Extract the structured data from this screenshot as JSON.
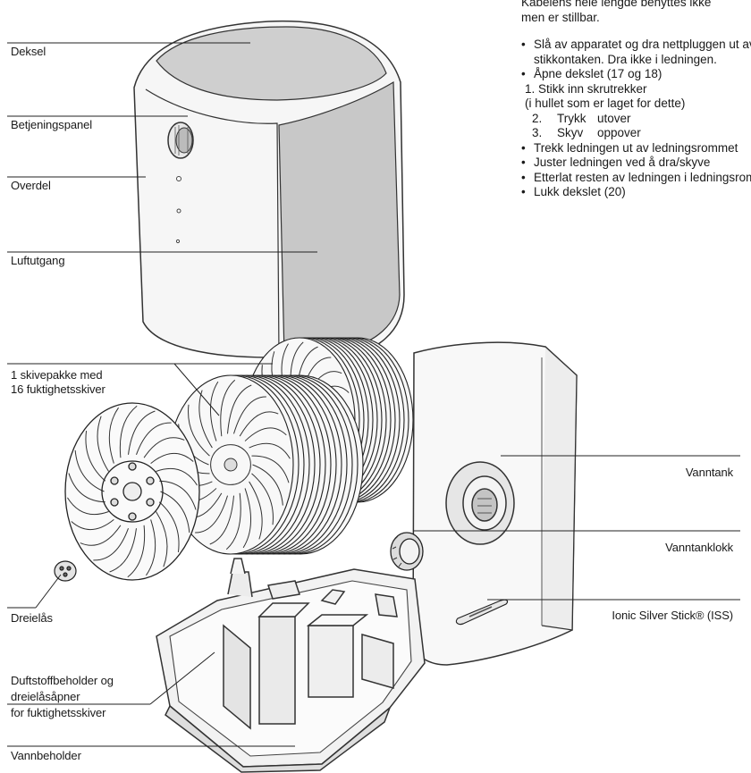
{
  "labels": {
    "deksel": "Deksel",
    "betjeningspanel": "Betjeningspanel",
    "overdel": "Overdel",
    "luftutgang": "Luftutgang",
    "skivepakke_line1": "1 skivepakke med",
    "skivepakke_line2": "16 fuktighetsskiver",
    "vanntank": "Vanntank",
    "vanntanklokk": "Vanntanklokk",
    "ionic": "Ionic Silver Stick® (ISS)",
    "dreielas": "Dreielås",
    "duftstoff_line1": "Duftstoffbeholder og",
    "duftstoff_line2": "dreielåsåpner",
    "duftstoff_line3": "for fuktighetsskiver",
    "vannbeholder": "Vannbeholder"
  },
  "instructions": {
    "top_line1": "Kabelens hele lengde benyttes ikke",
    "top_line2": "men er stillbar.",
    "bullet1_line1": "Slå av apparatet og dra nettpluggen ut av",
    "bullet1_line2": "stikkontaken. Dra ikke i ledningen.",
    "bullet2": "Åpne dekslet (17 og 18)",
    "step1": "1.  Stikk inn skrutrekker",
    "step1_note": "(i hullet som er laget for dette)",
    "step2_num": "2.",
    "step2_word": "Trykk",
    "step2_dir": "utover",
    "step3_num": "3.",
    "step3_word": "Skyv",
    "step3_dir": "oppover",
    "bullet3": "Trekk ledningen ut av ledningsrommet",
    "bullet4": "Juster ledningen ved å dra/skyve",
    "bullet5": "Etterlat resten av ledningen i ledningsrommet",
    "bullet6": "Lukk dekslet (20)"
  }
}
